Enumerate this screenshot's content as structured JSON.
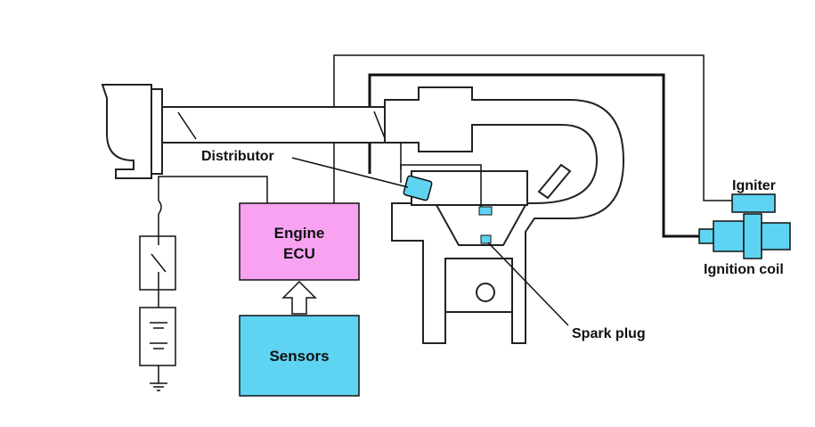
{
  "labels": {
    "distributor": "Distributor",
    "engine_ecu_line1": "Engine",
    "engine_ecu_line2": "ECU",
    "sensors": "Sensors",
    "spark_plug": "Spark plug",
    "igniter": "Igniter",
    "ignition_coil": "Ignition coil"
  },
  "colors": {
    "ecu_fill": "#f7a3f2",
    "component_fill": "#5fd3f2",
    "line": "#111111"
  }
}
